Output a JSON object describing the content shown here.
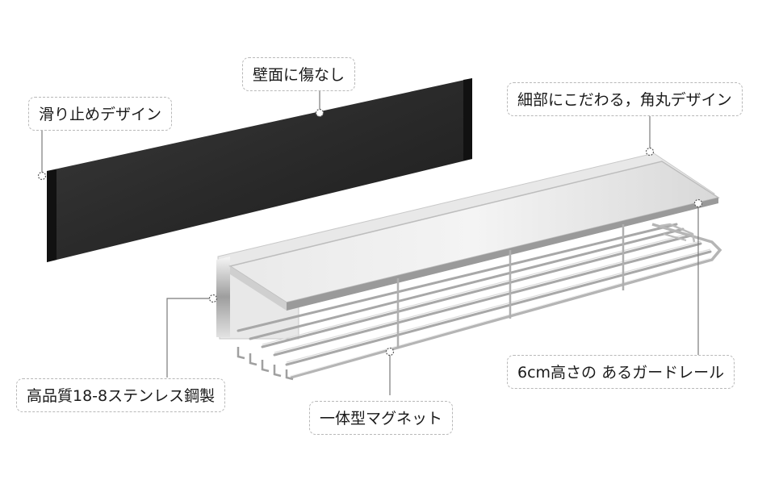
{
  "labels": {
    "slip_resistant": "滑り止めデザイン",
    "no_wall_damage": "壁面に傷なし",
    "rounded_detail": "細部にこだわる，角丸デザイン",
    "guard_rail": "6cm高さの あるガードレール",
    "stainless": "高品質18-8ステンレス鋼製",
    "magnet": "一体型マグネット"
  },
  "colors": {
    "pad": "#2b2b2b",
    "steel": "#d9d9d9",
    "outline": "#b8b8b8"
  }
}
